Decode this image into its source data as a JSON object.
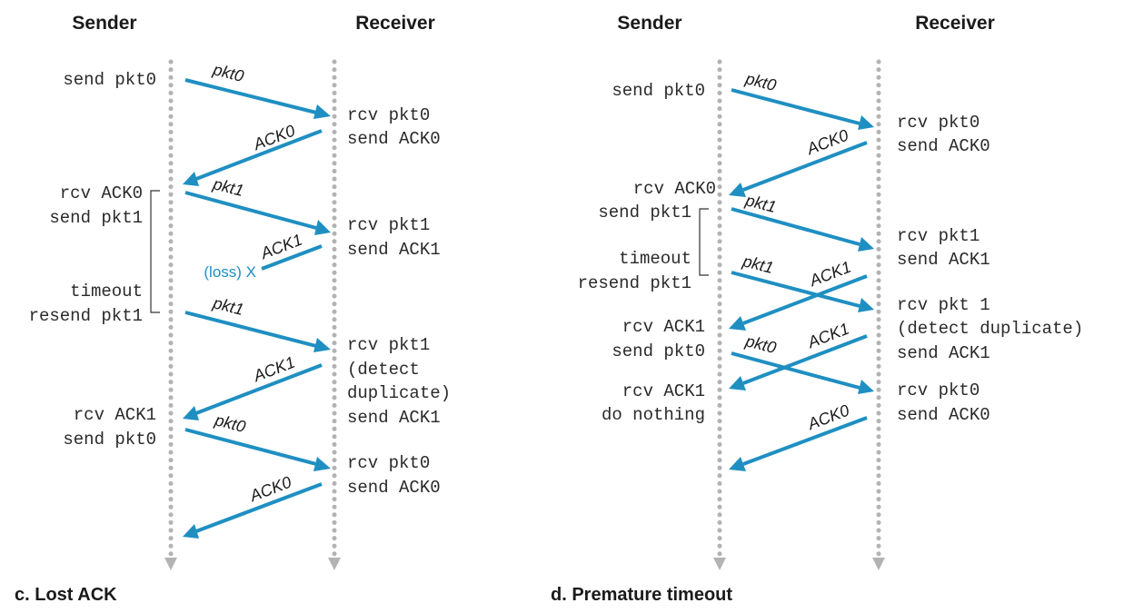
{
  "colors": {
    "arrow": "#1f8fc2",
    "timeline": "#b3b3b3",
    "text": "#2a2a2a"
  },
  "panel_c": {
    "sender_label": "Sender",
    "receiver_label": "Receiver",
    "caption": "c. Lost ACK",
    "sender_events": [
      "send pkt0",
      "rcv ACK0",
      "send pkt1",
      "timeout",
      "resend pkt1",
      "rcv ACK1",
      "send pkt0"
    ],
    "receiver_events": [
      "rcv pkt0",
      "send ACK0",
      "rcv pkt1",
      "send ACK1",
      "rcv pkt1",
      "(detect",
      "duplicate)",
      "send ACK1",
      "rcv pkt0",
      "send ACK0"
    ],
    "messages": [
      "pkt0",
      "ACK0",
      "pkt1",
      "ACK1",
      "pkt1",
      "ACK1",
      "pkt0",
      "ACK0"
    ],
    "loss_label": "(loss) X"
  },
  "panel_d": {
    "sender_label": "Sender",
    "receiver_label": "Receiver",
    "caption": "d. Premature timeout",
    "sender_events": [
      "send pkt0",
      "rcv ACK0",
      "send pkt1",
      "timeout",
      "resend pkt1",
      "rcv ACK1",
      "send pkt0",
      "rcv ACK1",
      "do nothing"
    ],
    "receiver_events": [
      "rcv pkt0",
      "send ACK0",
      "rcv pkt1",
      "send ACK1",
      "rcv pkt 1",
      "(detect duplicate)",
      "send ACK1",
      "rcv pkt0",
      "send ACK0"
    ],
    "messages": [
      "pkt0",
      "ACK0",
      "pkt1",
      "pkt1",
      "ACK1",
      "ACK1",
      "pkt0",
      "ACK0"
    ]
  }
}
